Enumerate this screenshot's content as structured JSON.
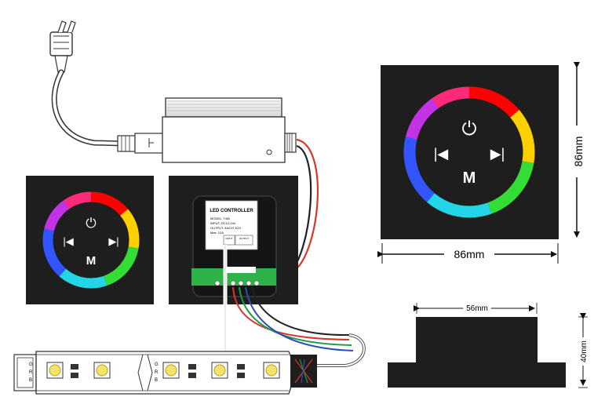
{
  "panel": {
    "power_symbol": "⏻",
    "prev_symbol": "|◀",
    "next_symbol": "▶|",
    "mode_label": "M"
  },
  "dimensions": {
    "height": "86mm",
    "width": "86mm",
    "depth_width": "56mm",
    "depth_height": "40mm"
  },
  "controller": {
    "title": "LED CONTROLLER",
    "spec_lines": [
      "MODEL: T4/B",
      "INPUT: DC12-24V",
      "OUTPUT: 4A/CH  3CH",
      "Max: 12A"
    ],
    "terminal_labels": [
      "INPUT",
      "OUTPUT"
    ]
  },
  "strip": {
    "pin_labels": [
      "G",
      "R",
      "B"
    ]
  },
  "colors": {
    "panel_black": "#1e1e1e",
    "wire_red": "#d8352b",
    "wire_green": "#1f9a4a",
    "wire_blue": "#2a4fb8",
    "wire_black": "#222222",
    "terminal_green": "#2db34a",
    "led_yellow": "#f6e36a"
  }
}
